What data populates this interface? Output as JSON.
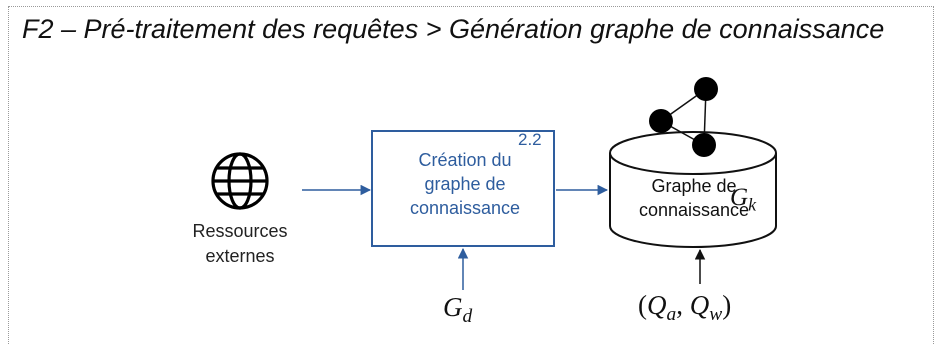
{
  "title": "F2 – Pré-traitement des requêtes > Génération graphe de connaissance",
  "process": {
    "label_lines": [
      "Création du",
      "graphe de",
      "connaissance"
    ],
    "number": "2.2"
  },
  "source": {
    "icon": "globe-icon",
    "label_lines": [
      "Ressources",
      "externes"
    ]
  },
  "store": {
    "label_lines": [
      "Graphe de",
      "connaissance"
    ],
    "symbol": "G",
    "symbol_sub": "k"
  },
  "inputs": {
    "gd": {
      "symbol": "G",
      "sub": "d"
    },
    "qaw": {
      "open": "(",
      "q1": "Q",
      "q1_sub": "a",
      "sep": ", ",
      "q2": "Q",
      "q2_sub": "w",
      "close": ")"
    }
  },
  "colors": {
    "process_border": "#2e5d9e",
    "arrow": "#2e5d9e",
    "node": "#000000"
  }
}
